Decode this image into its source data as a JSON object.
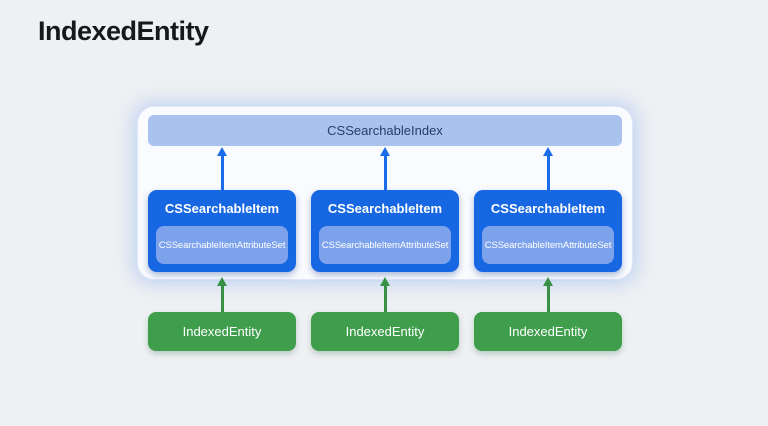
{
  "page": {
    "title": "IndexedEntity"
  },
  "colors": {
    "background": "#eef0f3",
    "title_text": "#17181a",
    "card_bg": "#fafbfe",
    "card_glow": "rgba(168,197,242,0.55)",
    "index_bar_bg": "#aac2ee",
    "index_bar_text": "#223f68",
    "item_bg": "#1767e2",
    "item_attr_bg": "#7da2ec",
    "item_text": "#ffffff",
    "arrow_blue": "#1b6ce8",
    "entity_bg": "#3f9e4c",
    "arrow_green": "#389144",
    "entity_text": "#ffffff"
  },
  "diagram": {
    "index": {
      "label": "CSSearchableIndex"
    },
    "items": [
      {
        "label": "CSSearchableItem",
        "attribute_set_label": "CSSearchableItemAttributeSet"
      },
      {
        "label": "CSSearchableItem",
        "attribute_set_label": "CSSearchableItemAttributeSet"
      },
      {
        "label": "CSSearchableItem",
        "attribute_set_label": "CSSearchableItemAttributeSet"
      }
    ],
    "entities": [
      {
        "label": "IndexedEntity"
      },
      {
        "label": "IndexedEntity"
      },
      {
        "label": "IndexedEntity"
      }
    ]
  }
}
